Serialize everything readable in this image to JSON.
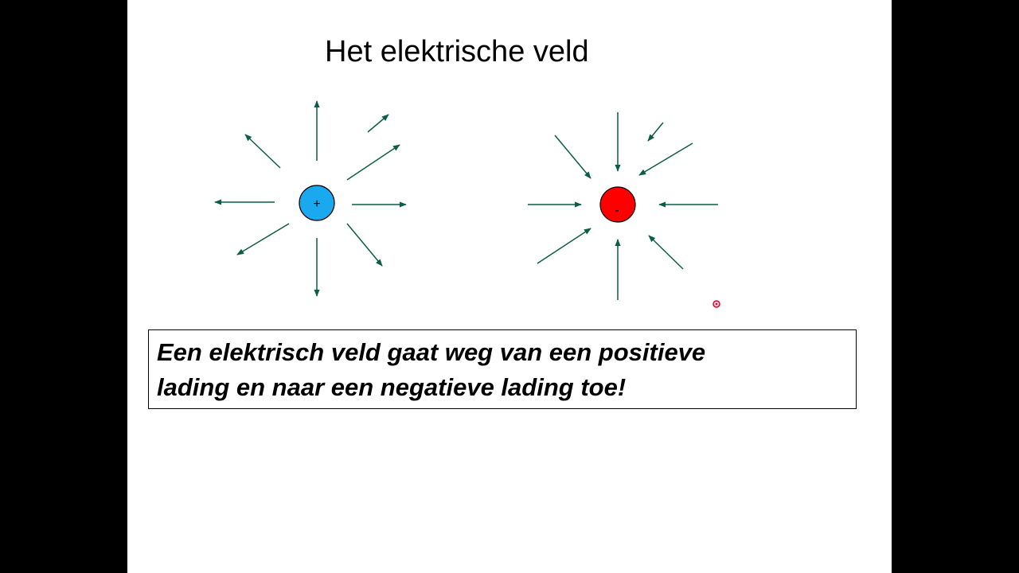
{
  "slide": {
    "title": "Het elektrische veld",
    "statement": {
      "line1": "Een elektrisch veld gaat weg van een positieve",
      "line2": "lading en naar een negatieve lading toe!"
    }
  },
  "charges": {
    "positive": {
      "symbol": "+",
      "color": "#1aa8ee"
    },
    "negative": {
      "symbol": "-",
      "color": "#ff0000"
    }
  },
  "arrow_color": "#0b5e46",
  "pointer_color": "#e8002b"
}
